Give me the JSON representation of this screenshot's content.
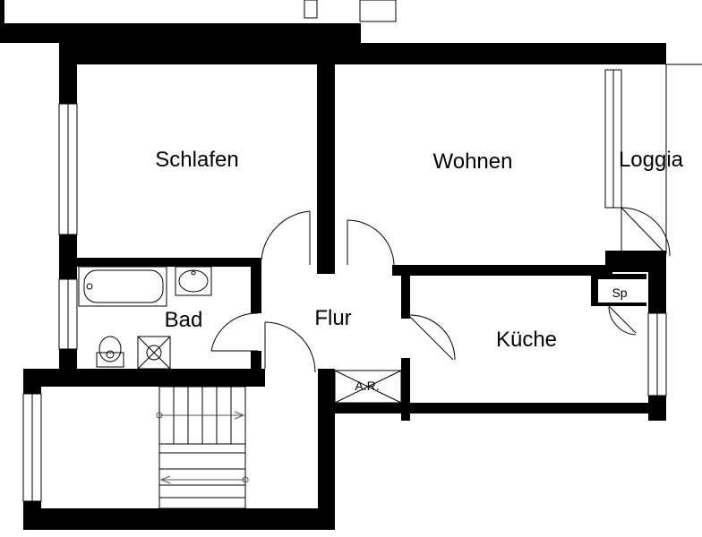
{
  "rooms": {
    "schlafen": "Schlafen",
    "wohnen": "Wohnen",
    "loggia": "Loggia",
    "bad": "Bad",
    "flur": "Flur",
    "kueche": "Küche",
    "speisekammer": "Sp",
    "abstellraum": "A.R."
  }
}
